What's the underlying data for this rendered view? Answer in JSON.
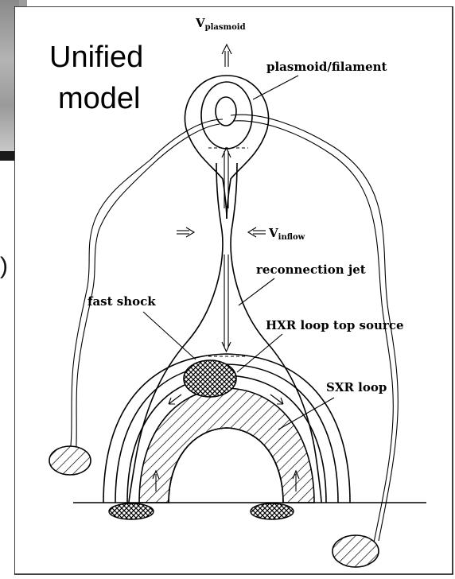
{
  "paren": ")",
  "title_line1": "Unified",
  "title_line2": "model",
  "v_plasmoid_main": "V",
  "v_plasmoid_sub": "plasmoid",
  "plasmoid_label": "plasmoid/filament",
  "v_inflow_main": "V",
  "v_inflow_sub": "inflow",
  "reconnection_label": "reconnection jet",
  "fast_shock_label": "fast shock",
  "hxr_label": "HXR loop top source",
  "sxr_label": "SXR loop"
}
